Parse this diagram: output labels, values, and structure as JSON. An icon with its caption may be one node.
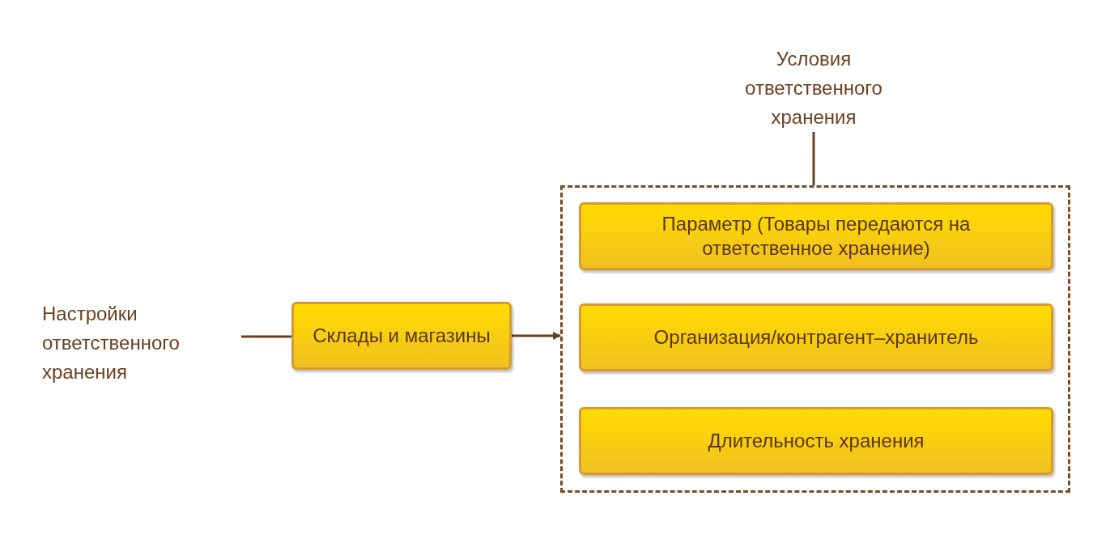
{
  "diagram": {
    "nodes": [
      {
        "text": [
          "Настройки ответственного хранения"
        ]
      },
      {
        "text": [
          "Склады и магазины"
        ]
      },
      {
        "text": [
          "Условия ответственного хранения"
        ]
      },
      {
        "text": [],
        "shape": "box"
      },
      {
        "text": [
          "Параметр (Товары передаются на ответственное хранение)"
        ],
        "in": 3
      },
      {
        "text": [
          "Организация/контрагент–хранитель"
        ],
        "in": 3
      },
      {
        "text": [
          "Длительность хранения"
        ],
        "in": 3
      }
    ],
    "edges": [
      {
        "from": 0,
        "to": 1,
        "arrow": "none"
      },
      {
        "from": 1,
        "to": 3,
        "arrow": "to"
      },
      {
        "from": 2,
        "to": 3,
        "arrow": "none"
      }
    ]
  }
}
